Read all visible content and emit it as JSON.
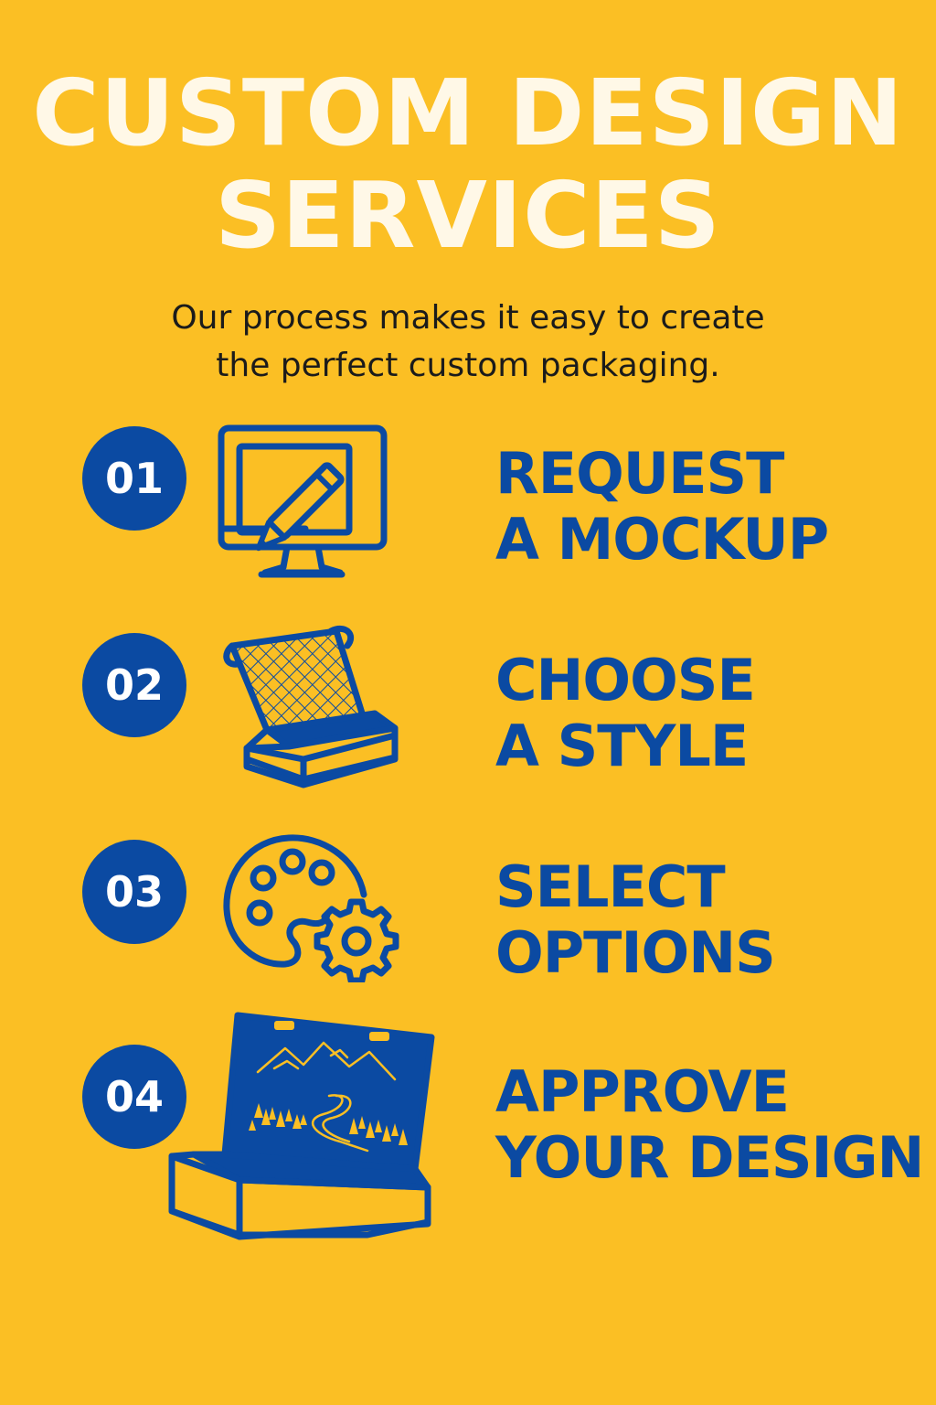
{
  "header": {
    "title_line1": "CUSTOM DESIGN",
    "title_line2": "SERVICES",
    "subtitle_line1": "Our process makes it easy to create",
    "subtitle_line2": "the perfect custom packaging."
  },
  "colors": {
    "background": "#FBBF24",
    "accent_blue": "#0B4AA2",
    "title_cream": "#FFF8E7"
  },
  "steps": [
    {
      "number": "01",
      "line1": "REQUEST",
      "line2": "A MOCKUP",
      "icon": "monitor-pen-icon"
    },
    {
      "number": "02",
      "line1": "CHOOSE",
      "line2": "A STYLE",
      "icon": "open-box-icon"
    },
    {
      "number": "03",
      "line1": "SELECT",
      "line2": "OPTIONS",
      "icon": "palette-gear-icon"
    },
    {
      "number": "04",
      "line1": "APPROVE",
      "line2": "YOUR DESIGN",
      "icon": "printed-box-icon"
    }
  ]
}
